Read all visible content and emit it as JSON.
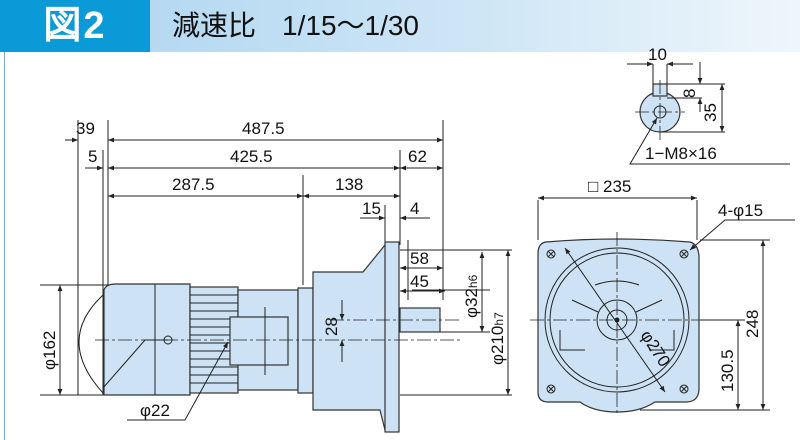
{
  "header": {
    "figure_label": "図2",
    "title": "減速比",
    "ratio": "1/15～1/30"
  },
  "colors": {
    "accent": "#0a9ad8",
    "body_fill": "#cde3f5"
  },
  "side_view": {
    "dims": {
      "d39": "39",
      "d487_5": "487.5",
      "d5": "5",
      "d425_5": "425.5",
      "d62": "62",
      "d287_5": "287.5",
      "d138": "138",
      "d15": "15",
      "d4": "4",
      "d58": "58",
      "d45": "45",
      "d28": "28",
      "phi162": "φ162",
      "phi22": "φ22",
      "phi32": "φ32",
      "phi32_tol": "h6",
      "phi210": "φ210",
      "phi210_tol": "h7"
    }
  },
  "end_view": {
    "dims": {
      "square235": "□ 235",
      "holes": "4-φ15",
      "phi270": "φ270",
      "d248": "248",
      "d130_5": "130.5"
    }
  },
  "key_view": {
    "dims": {
      "d10": "10",
      "d8": "8",
      "d35": "35",
      "tap": "1−M8×16"
    }
  }
}
